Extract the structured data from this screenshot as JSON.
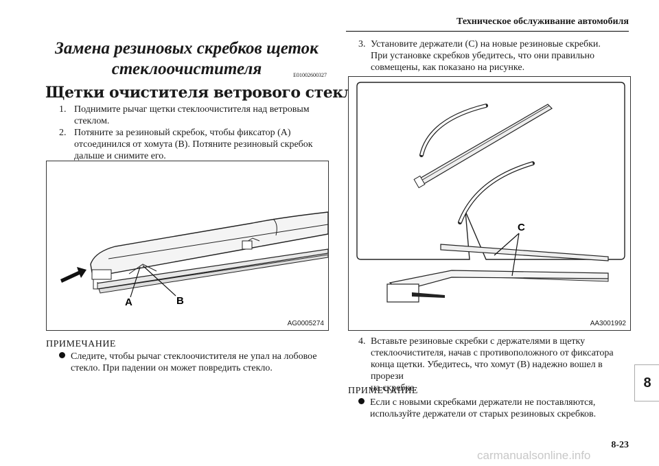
{
  "header": {
    "title": "Техническое обслуживание автомобиля"
  },
  "section": {
    "title_line1": "Замена резиновых скребков щеток",
    "title_line2": "стеклоочистителя",
    "code": "E01002600327"
  },
  "subheading": "Щетки очистителя ветрового стекла",
  "steps_left": [
    {
      "num": "1.",
      "line1": "Поднимите рычаг щетки стеклоочистителя над ветровым",
      "line2": "стеклом."
    },
    {
      "num": "2.",
      "line1": "Потяните за резиновый скребок, чтобы фиксатор (A)",
      "line2": "отсоединился от хомута (B). Потяните резиновый скребок",
      "line3": "дальше и снимите его."
    }
  ],
  "figure_left": {
    "code": "AG0005274",
    "label_a": "A",
    "label_b": "B"
  },
  "note_left": {
    "title": "ПРИМЕЧАНИЕ",
    "line1": "Следите, чтобы рычаг стеклоочистителя не упал на лобовое",
    "line2": "стекло. При падении он может повредить стекло."
  },
  "step3": {
    "num": "3.",
    "line1": "Установите держатели (C) на новые резиновые скребки.",
    "line2": "При установке скребков убедитесь, что они правильно",
    "line3": "совмещены, как показано на рисунке."
  },
  "figure_right": {
    "code": "AA3001992",
    "label_c": "C"
  },
  "step4": {
    "num": "4.",
    "line1": "Вставьте резиновые скребки с держателями в щетку",
    "line2": "стеклоочистителя, начав с противоположного от фиксатора",
    "line3": "конца щетки. Убедитесь, что хомут (B) надежно вошел в прорези",
    "line4": "на скребке."
  },
  "note_right": {
    "title": "ПРИМЕЧАНИЕ",
    "line1": "Если с новыми скребками держатели не поставляются,",
    "line2": "используйте держатели от старых резиновых скребков."
  },
  "chapter_tab": "8",
  "page_number": "8-23",
  "watermark": "carmanualsonline.info"
}
